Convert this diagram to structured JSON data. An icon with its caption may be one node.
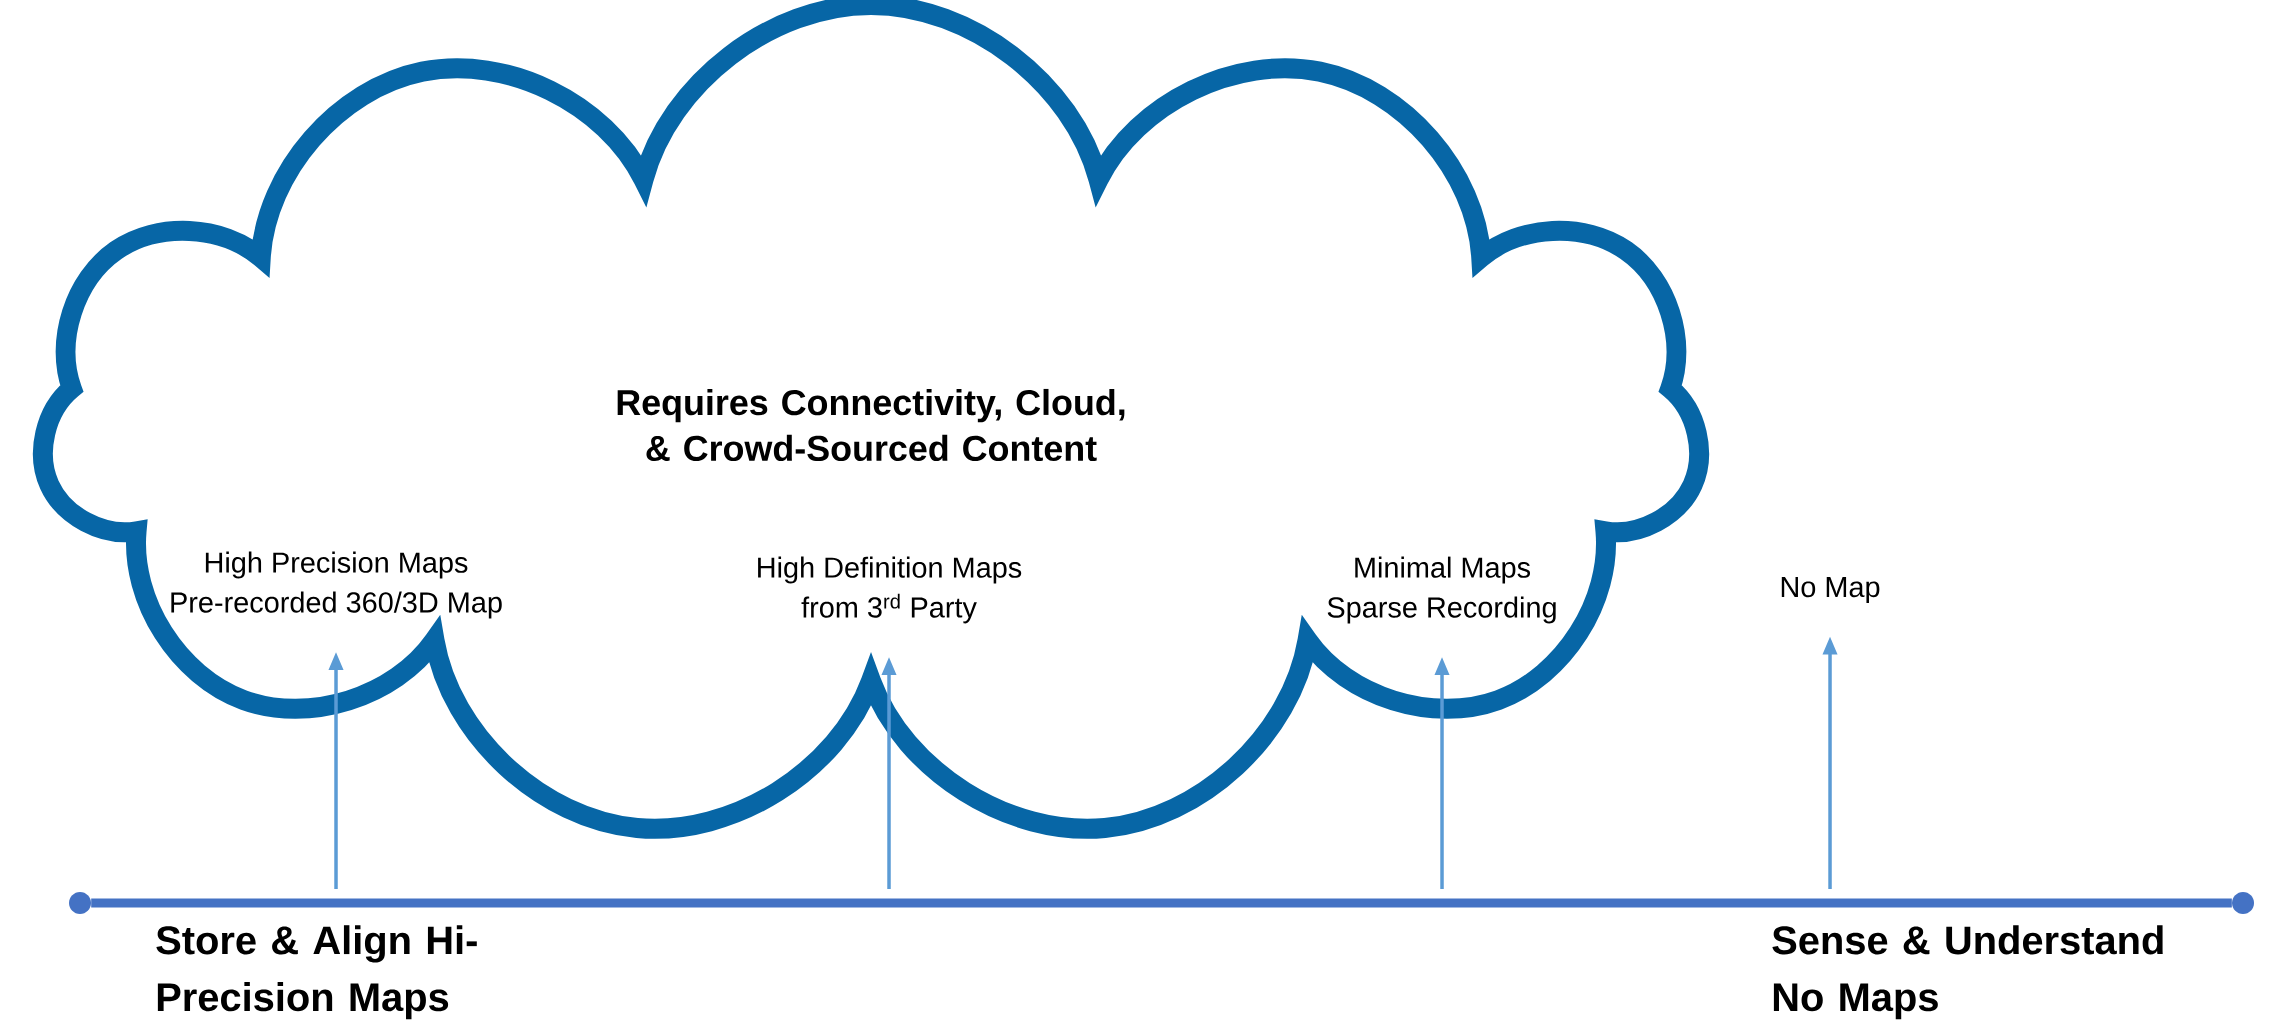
{
  "diagram": {
    "nodes": [
      {
        "text": [
          "Requires Connectivity, Cloud, & Crowd-Sourced Content"
        ]
      },
      {
        "text": [
          "High Precision Maps",
          "Pre-recorded 360/3D Map"
        ],
        "in": 0
      },
      {
        "text": [
          "High Definition Maps",
          "from 3$^{rd}$ Party"
        ],
        "in": 0
      },
      {
        "text": [
          "Minimal Maps",
          "Sparse Recording"
        ],
        "in": 0
      },
      {
        "text": [
          "No Map"
        ]
      },
      {
        "text": [],
        "shape": "circle"
      },
      {
        "text": [],
        "shape": "circle"
      }
    ],
    "edges": [
      {
        "from": 5,
        "to": 6,
        "arrow": "none",
        "style": "thick",
        "color": "#4472c4"
      },
      {
        "from": null,
        "to": 1,
        "arrow": "to"
      },
      {
        "from": null,
        "to": 2,
        "arrow": "to"
      },
      {
        "from": null,
        "to": 3,
        "arrow": "to"
      },
      {
        "from": null,
        "to": 4,
        "arrow": "to"
      }
    ],
    "labels": [
      "Store & Align Hi-Precision Maps",
      "Sense & Understand No Maps"
    ]
  }
}
